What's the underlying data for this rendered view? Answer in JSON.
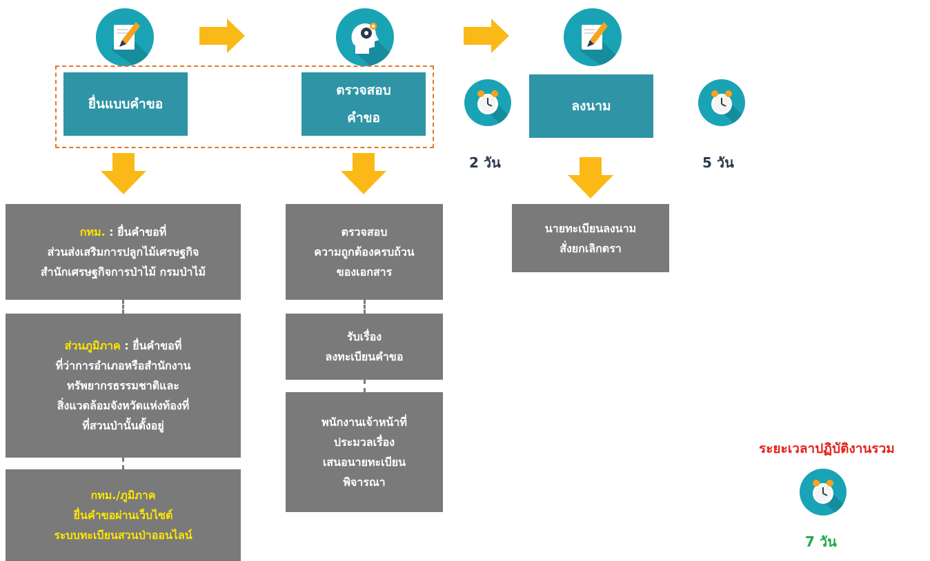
{
  "steps": {
    "submit": {
      "label": "ยื่นแบบคำขอ"
    },
    "check": {
      "label_line1": "ตรวจสอบ",
      "label_line2": "คำขอ"
    },
    "sign": {
      "label": "ลงนาม"
    }
  },
  "durations": {
    "check_days": "2 วัน",
    "sign_days": "5 วัน"
  },
  "submit_details": {
    "bangkok": {
      "prefix": "กทม.",
      "line1": " : ยื่นคำขอที่",
      "line2": "ส่วนส่งเสริมการปลูกไม้เศรษฐกิจ",
      "line3": "สำนักเศรษฐกิจการป่าไม้ กรมป่าไม้"
    },
    "regional": {
      "prefix": "ส่วนภูมิภาค",
      "line1": " : ยื่นคำขอที่",
      "line2": "ที่ว่าการอำเภอหรือสำนักงาน",
      "line3": "ทรัพยากรธรรมชาติและ",
      "line4": "สิ่งแวดล้อมจังหวัดแห่งท้องที่",
      "line5": "ที่สวนป่านั้นตั้งอยู่"
    },
    "online": {
      "line1": "กทม./ภูมิภาค",
      "line2": "ยื่นคำขอผ่านเว็บไซต์",
      "line3": "ระบบทะเบียนสวนป่าออนไลน์"
    }
  },
  "check_details": {
    "verify": {
      "line1": "ตรวจสอบ",
      "line2": "ความถูกต้องครบถ้วน",
      "line3": "ของเอกสาร"
    },
    "receive": {
      "line1": "รับเรื่อง",
      "line2": "ลงทะเบียนคำขอ"
    },
    "process": {
      "line1": "พนักงานเจ้าหน้าที่",
      "line2": "ประมวลเรื่อง",
      "line3": "เสนอนายทะเบียน",
      "line4": "พิจารณา"
    }
  },
  "sign_details": {
    "line1": "นายทะเบียนลงนาม",
    "line2": "สั่งยกเลิกตรา"
  },
  "total": {
    "title": "ระยะเวลาปฏิบัติงานรวม",
    "days": "7 วัน"
  },
  "colors": {
    "teal_box": "#2e94a6",
    "icon_circle": "#1aa3b5",
    "gray_box": "#7a7a7a",
    "arrow": "#fbb917",
    "dashed_border": "#e0782a",
    "highlight_text": "#ffe600",
    "total_title": "#e5221b",
    "total_days": "#1ea94d"
  }
}
